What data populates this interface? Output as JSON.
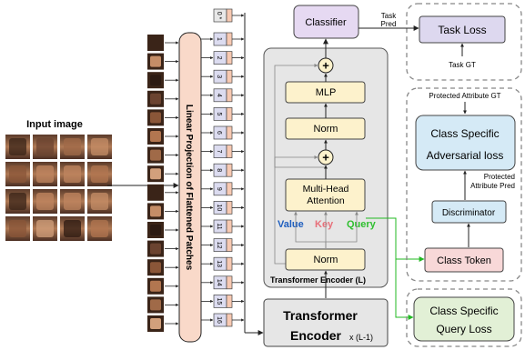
{
  "input_label": "Input image",
  "projection_label": "Linear Projection of Flattened Patches",
  "token_labels": [
    "0 *",
    "1",
    "2",
    "3",
    "4",
    "5",
    "6",
    "7",
    "8",
    "9",
    "10",
    "11",
    "12",
    "13",
    "14",
    "15",
    "16"
  ],
  "encoder_block": {
    "classifier": "Classifier",
    "mlp": "MLP",
    "norm_top": "Norm",
    "mha_line1": "Multi-Head",
    "mha_line2": "Attention",
    "norm_bottom": "Norm",
    "plus_symbol": "+",
    "value": "Value",
    "key": "Key",
    "query": "Query",
    "title": "Transformer Encoder (L)"
  },
  "encoder_stack": {
    "line1": "Transformer",
    "line2": "Encoder",
    "repeat": "x (L-1)"
  },
  "task_branch": {
    "pred_line1": "Task",
    "pred_line2": "Pred",
    "loss": "Task Loss",
    "gt": "Task GT"
  },
  "adversarial_branch": {
    "gt": "Protected Attribute GT",
    "loss_line1": "Class Specific",
    "loss_line2": "Adversarial loss",
    "pred_line1": "Protected",
    "pred_line2": "Attribute Pred",
    "discriminator": "Discriminator",
    "class_token": "Class Token"
  },
  "query_branch": {
    "loss_line1": "Class Specific",
    "loss_line2": "Query Loss"
  },
  "colors": {
    "value": "#1f5fbf",
    "key": "#e8707a",
    "query": "#2fbf2f",
    "green_arrow": "#22b922",
    "classifier_fill": "#e6d9f2",
    "task_loss_fill": "#ddd8ef",
    "yellow_fill": "#fdf2cc",
    "gray_panel": "#e6e6e6",
    "blue_fill": "#d5eaf6",
    "class_token_fill": "#f8d8d8",
    "query_loss_fill": "#e2f0d6",
    "token_fill": "#dcdcf0"
  }
}
